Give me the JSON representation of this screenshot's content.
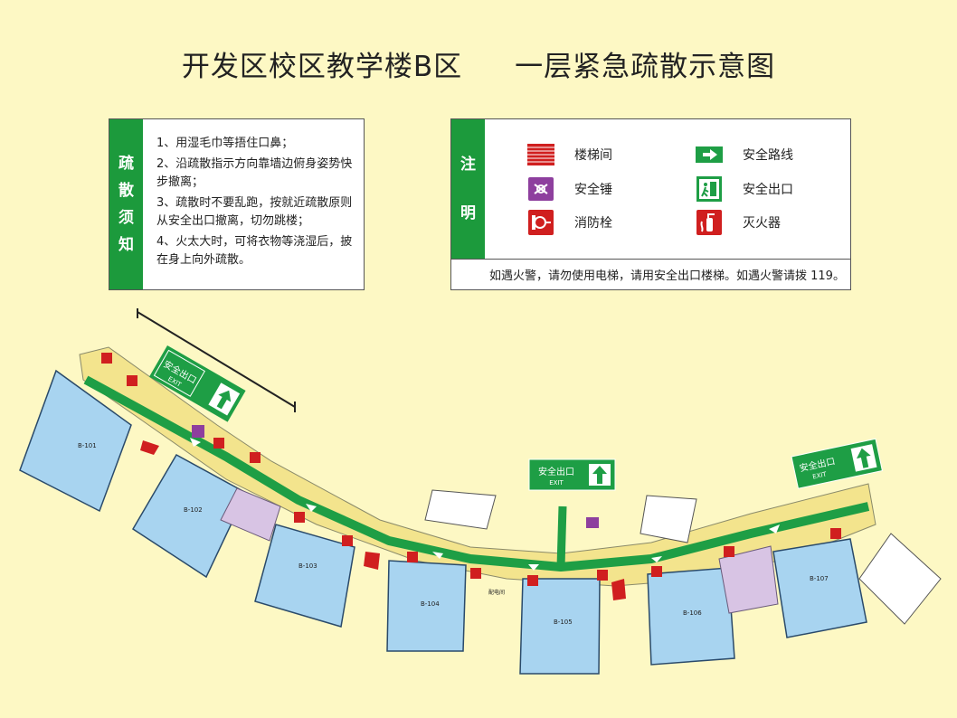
{
  "header": {
    "title_left": "开发区校区教学楼B区",
    "title_right": "一层紧急疏散示意图"
  },
  "notes": {
    "heading": [
      "疏",
      "散",
      "须",
      "知"
    ],
    "items": [
      "1、用湿毛巾等捂住口鼻；",
      "2、沿疏散指示方向靠墙边俯身姿势快步撤离；",
      "3、疏散时不要乱跑，按就近疏散原则从安全出口撤离，切勿跳楼；",
      "4、火太大时，可将衣物等浇湿后，披在身上向外疏散。"
    ]
  },
  "legend": {
    "heading": [
      "注",
      "明"
    ],
    "items": [
      {
        "icon": "stairs-icon",
        "label": "楼梯间"
      },
      {
        "icon": "safety-route-icon",
        "label": "安全路线"
      },
      {
        "icon": "safety-hammer-icon",
        "label": "安全锤"
      },
      {
        "icon": "safety-exit-icon",
        "label": "安全出口"
      },
      {
        "icon": "fire-hydrant-icon",
        "label": "消防栓"
      },
      {
        "icon": "fire-extinguisher-icon",
        "label": "灭火器"
      }
    ],
    "footer": "如遇火警，请勿使用电梯，请用安全出口楼梯。如遇火警请拨 119。"
  },
  "map": {
    "rooms": [
      "B-101",
      "B-102",
      "B-103",
      "B-104",
      "B-105",
      "B-106",
      "B-107"
    ],
    "room_small_label": "配电间",
    "exit_sign": {
      "cn": "安全出口",
      "en": "EXIT"
    }
  },
  "colors": {
    "background": "#fdf8c4",
    "green": "#1c9a3c",
    "room_blue": "#a8d4f0",
    "corridor_yellow": "#f3e48d",
    "toilet_purple": "#d8c4e4",
    "stair_red": "#d01f1f",
    "sign_green": "#1e9e45"
  }
}
